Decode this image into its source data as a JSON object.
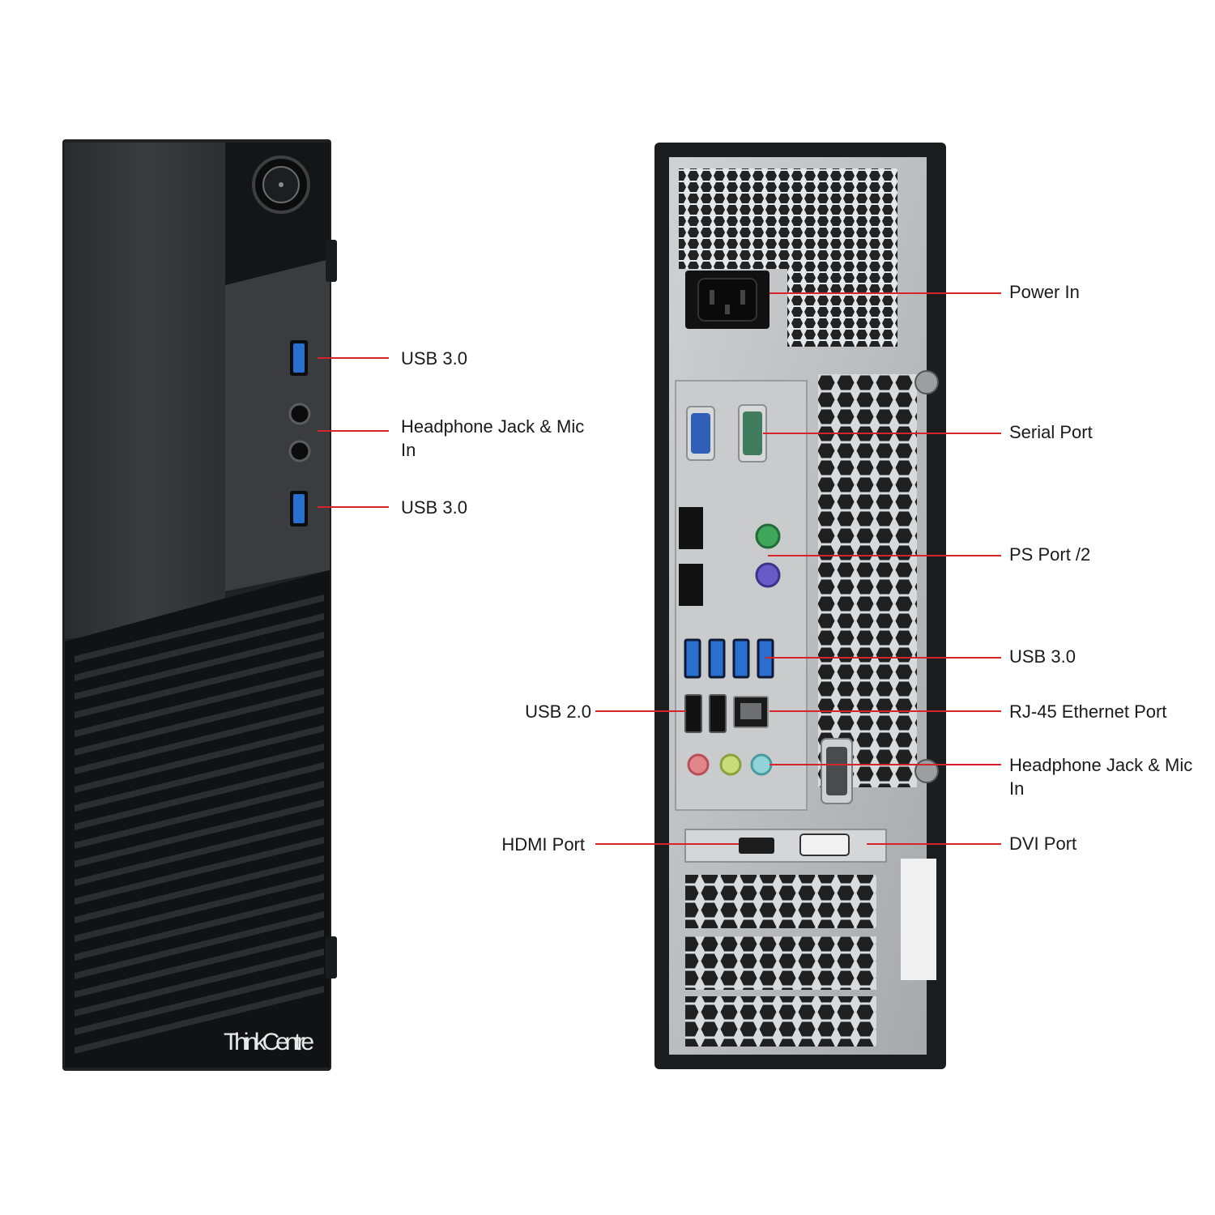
{
  "front": {
    "brand": "ThinkCentre",
    "usb_top": "USB 3.0",
    "audio": "Headphone Jack & Mic In",
    "usb_bottom": "USB 3.0"
  },
  "rear": {
    "power_in": "Power In",
    "serial_port": "Serial Port",
    "ps2_port": "PS Port /2",
    "usb3": "USB 3.0",
    "usb2": "USB 2.0",
    "ethernet": "RJ-45 Ethernet Port",
    "audio": "Headphone Jack & Mic In",
    "hdmi": "HDMI Port",
    "dvi": "DVI Port"
  },
  "colors": {
    "callout_line": "#d7232a",
    "case_black": "#232426",
    "panel_silver": "#b9bcbe"
  }
}
